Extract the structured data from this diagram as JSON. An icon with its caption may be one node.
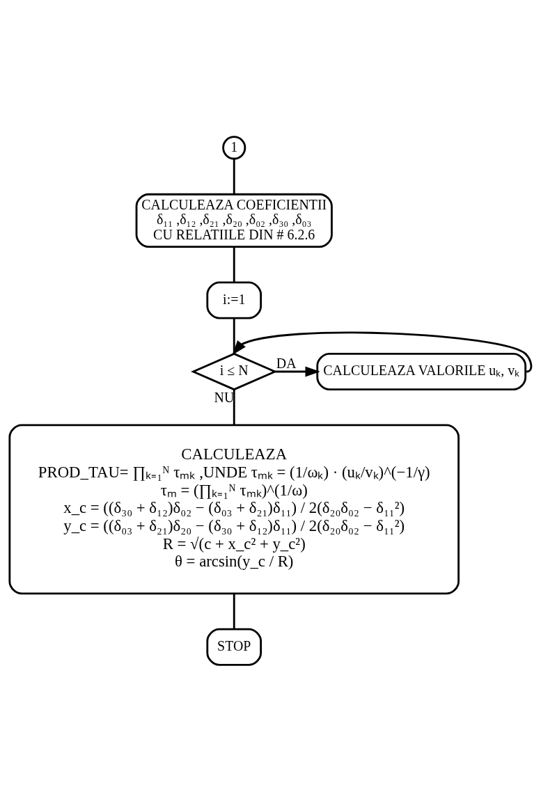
{
  "diagram": {
    "nodes": [
      {
        "text": [
          "1"
        ]
      },
      {
        "text": [
          "CALCULEAZA COEFICIENTII",
          "δ₁₁ ,δ₁₂ ,δ₂₁ ,δ₂₀ ,δ₀₂ ,δ₃₀ ,δ₀₃",
          "CU RELATIILE DIN # 6.2.6"
        ]
      },
      {
        "text": [
          "i:=1"
        ]
      },
      {
        "text": [
          "i ≤ N"
        ]
      },
      {
        "text": [
          "CALCULEAZA VALORILE uₖ, vₖ"
        ]
      },
      {
        "text": [
          "CALCULEAZA",
          "PROD_TAU= ∏ₖ₌₁ᴺ τₘₖ ,UNDE τₘₖ = (1/ωₖ) · (uₖ/vₖ)^(−1/γ)",
          "τₘ = (∏ₖ₌₁ᴺ τₘₖ)^(1/ω)",
          "x_c = ((δ₃₀ + δ₁₂)δ₀₂ − (δ₀₃ + δ₂₁)δ₁₁) / 2(δ₂₀δ₀₂ − δ₁₁²)",
          "y_c = ((δ₀₃ + δ₂₁)δ₂₀ − (δ₃₀ + δ₁₂)δ₁₁) / 2(δ₂₀δ₀₂ − δ₁₁²)",
          "R = √(c + x_c² + y_c²)",
          "θ = arcsin(y_c / R)"
        ]
      },
      {
        "text": [
          "STOP"
        ]
      }
    ],
    "edges": [
      {
        "from": 0,
        "to": 1,
        "arrow": "none"
      },
      {
        "from": 1,
        "to": 2,
        "arrow": "none"
      },
      {
        "from": 2,
        "to": 3,
        "arrow": "none"
      },
      {
        "from": 3,
        "to": 4,
        "arrow": "to",
        "label": "DA"
      },
      {
        "from": 4,
        "to": 3,
        "arrow": "to"
      },
      {
        "from": 3,
        "to": 5,
        "arrow": "none",
        "label": "NU"
      },
      {
        "from": 5,
        "to": 6,
        "arrow": "none"
      }
    ]
  }
}
